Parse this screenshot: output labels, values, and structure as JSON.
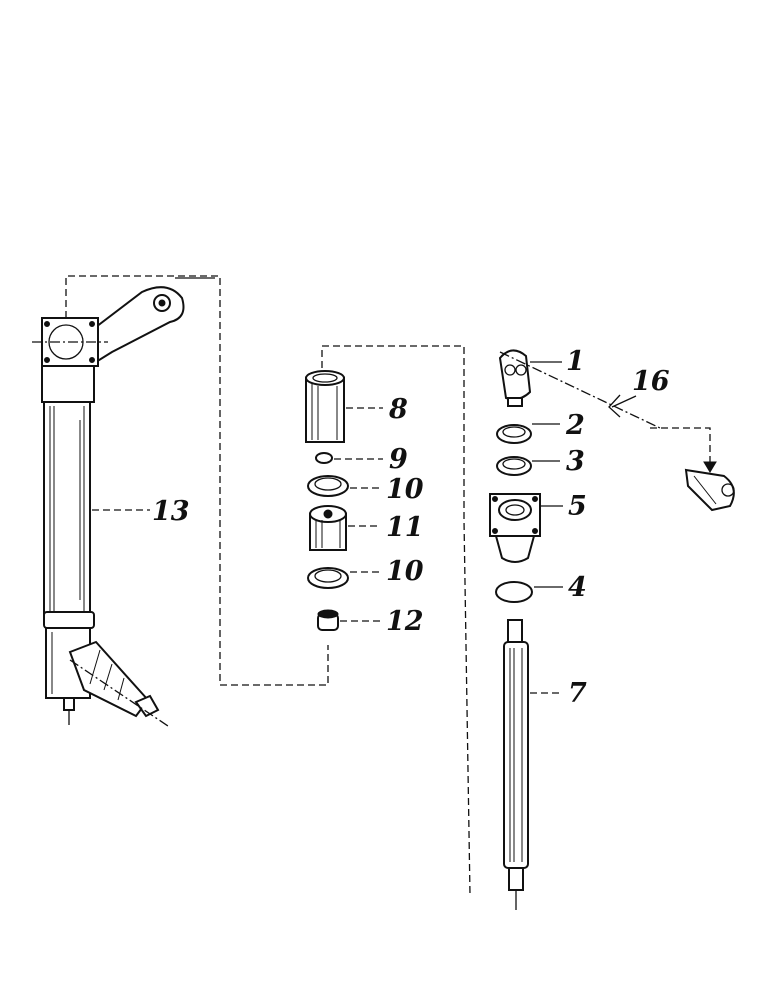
{
  "callouts": {
    "c1": "1",
    "c2": "2",
    "c3": "3",
    "c4": "4",
    "c5": "5",
    "c7": "7",
    "c8": "8",
    "c9": "9",
    "c10a": "10",
    "c10b": "10",
    "c11": "11",
    "c12": "12",
    "c13": "13",
    "c16": "16"
  }
}
